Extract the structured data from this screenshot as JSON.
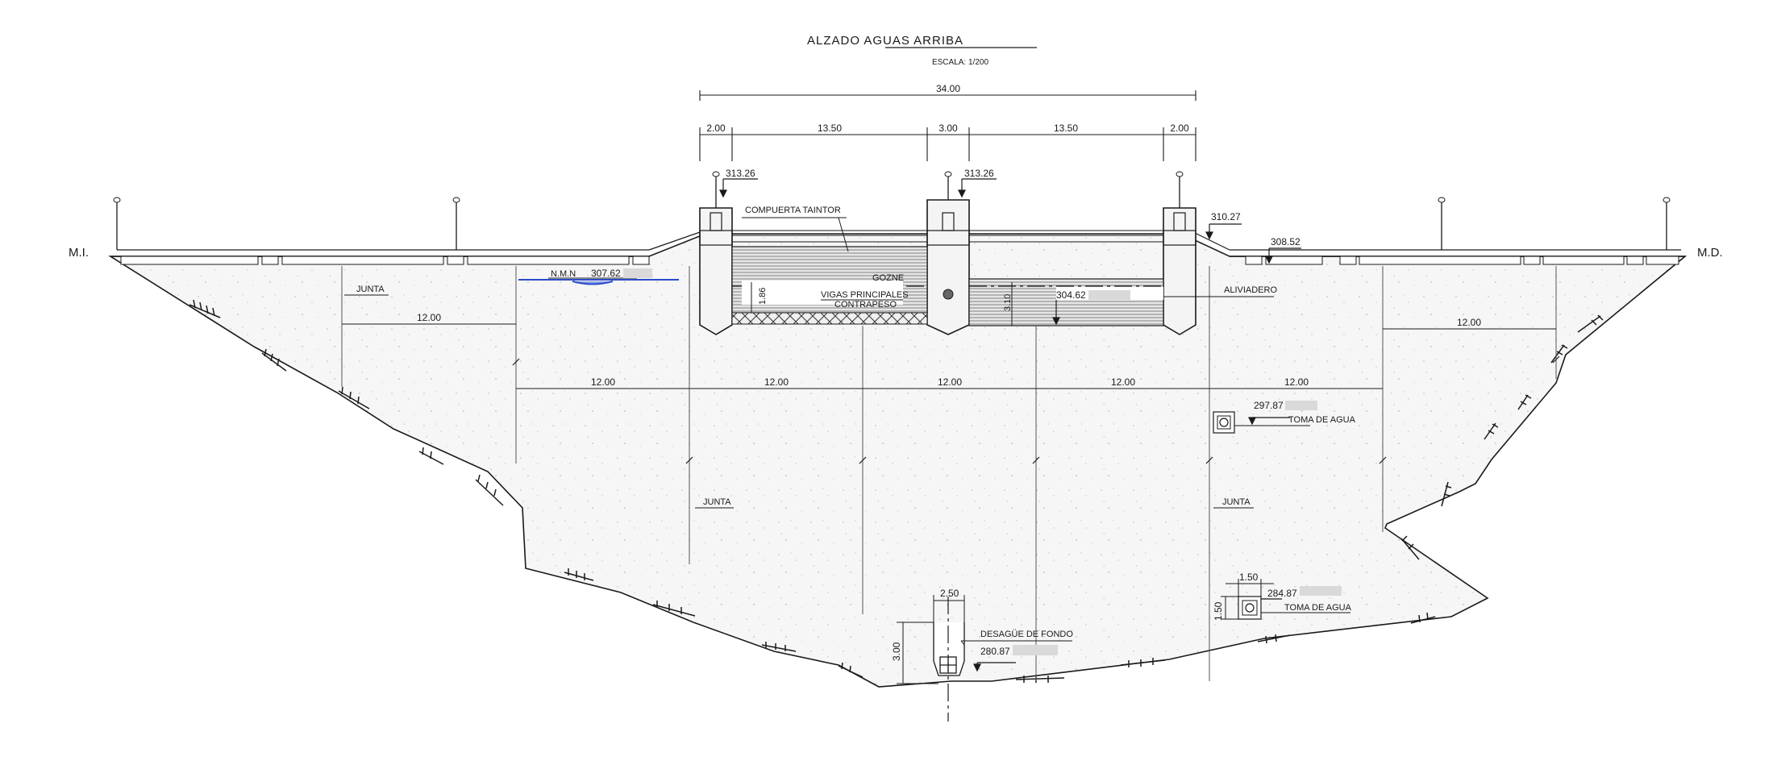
{
  "title": "ALZADO AGUAS ARRIBA",
  "scale": "ESCALA: 1/200",
  "banks": {
    "left": "M.I.",
    "right": "M.D."
  },
  "top_dimensions": {
    "overall": "34.00",
    "segments": [
      "2.00",
      "13.50",
      "3.00",
      "13.50",
      "2.00"
    ]
  },
  "elevations": {
    "crest_left": "313.26",
    "crest_mid": "313.26",
    "crest_right_1": "310.27",
    "crest_right_2": "308.52",
    "nmn_label": "N.M.N",
    "nmn_value": "307.62",
    "spillway_crest": "304.62",
    "intake_upper": "297.87",
    "intake_lower": "284.87",
    "bottom_outlet": "280.87"
  },
  "labels": {
    "compuerta": "COMPUERTA TAINTOR",
    "gozne": "GOZNE",
    "vigas": "VIGAS PRINCIPALES",
    "contrapeso": "CONTRAPESO",
    "aliviadero": "ALIVIADERO",
    "junta_1": "JUNTA",
    "junta_2": "JUNTA",
    "junta_3": "JUNTA",
    "toma_1": "TOMA DE AGUA",
    "toma_2": "TOMA DE AGUA",
    "desague": "DESAGÜE DE FONDO"
  },
  "gate_dims": {
    "height_left": "1.86",
    "height_right": "3.10"
  },
  "block_dims": {
    "upper_left": "12.00",
    "upper_right": "12.00",
    "middle": [
      "12.00",
      "12.00",
      "12.00",
      "12.00",
      "12.00"
    ]
  },
  "outlet_dims": {
    "width": "2.50",
    "height": "3.00"
  },
  "intake_dims": {
    "width": "1.50",
    "height": "1.50"
  }
}
